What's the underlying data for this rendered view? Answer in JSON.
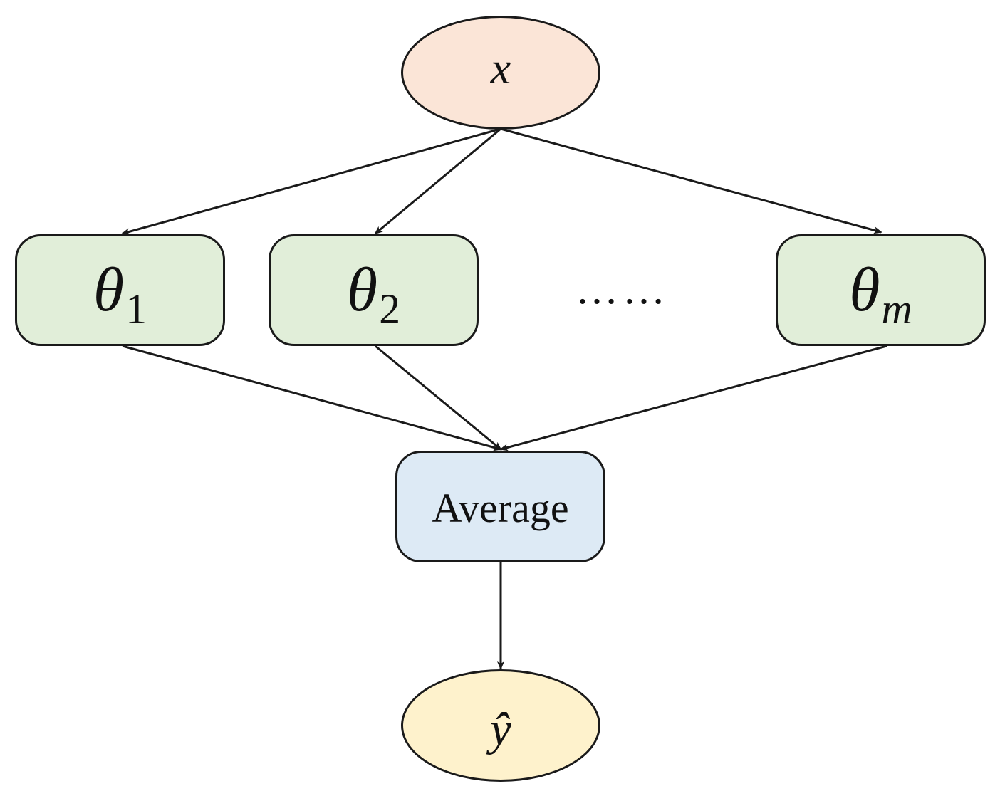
{
  "colors": {
    "input_fill": "#fbe5d7",
    "model_fill": "#e1eed9",
    "average_fill": "#ddeaf5",
    "output_fill": "#fef2cc",
    "stroke": "#1a1a1a"
  },
  "nodes": {
    "input": {
      "symbol": "x"
    },
    "models": [
      {
        "symbol": "θ",
        "subscript": "1"
      },
      {
        "symbol": "θ",
        "subscript": "2"
      },
      {
        "symbol": "θ",
        "subscript": "m"
      }
    ],
    "ellipsis": "……",
    "average": {
      "label": "Average"
    },
    "output": {
      "symbol": "ŷ"
    }
  }
}
